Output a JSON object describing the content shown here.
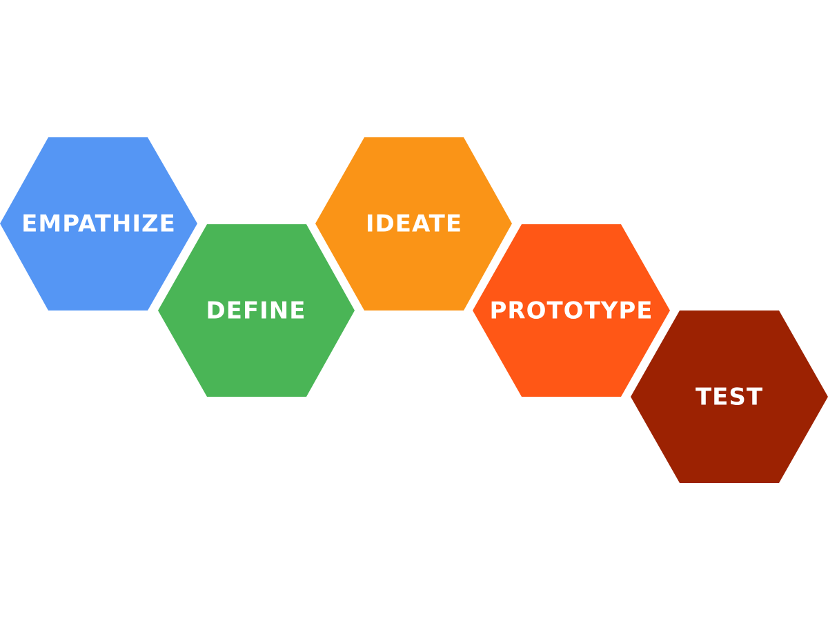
{
  "diagram": {
    "stages": [
      {
        "label": "EMPATHIZE",
        "color": "#5596F4"
      },
      {
        "label": "DEFINE",
        "color": "#4AB556"
      },
      {
        "label": "IDEATE",
        "color": "#FA9417"
      },
      {
        "label": "PROTOTYPE",
        "color": "#FF5716"
      },
      {
        "label": "TEST",
        "color": "#9C2202"
      }
    ]
  }
}
